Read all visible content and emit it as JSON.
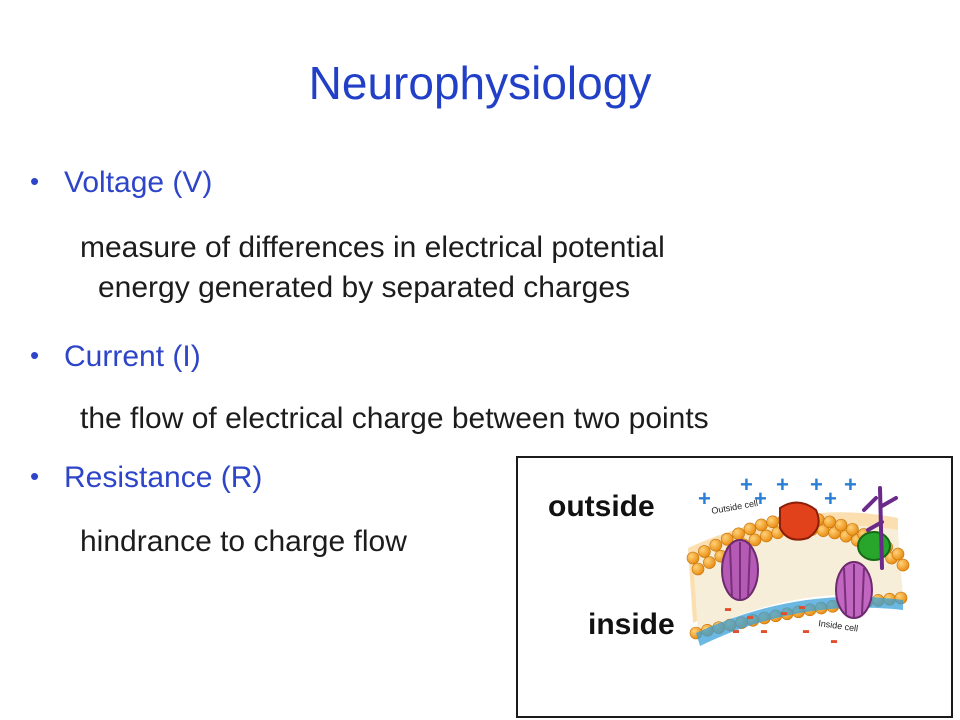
{
  "slide": {
    "title": "Neurophysiology",
    "items": [
      {
        "term": "Voltage (V)",
        "definition_line1": "measure of differences in electrical potential",
        "definition_line2": "energy generated by separated charges"
      },
      {
        "term": "Current (I)",
        "definition_line1": "the flow of electrical charge between two points"
      },
      {
        "term": "Resistance (R)",
        "definition_line1": "hindrance to charge flow"
      }
    ]
  },
  "figure": {
    "outside_label": "outside",
    "inside_label": "inside",
    "outside_cell_text": "Outside cell",
    "inside_cell_text": "Inside cell",
    "plus_sign": "+",
    "minus_sign": "-"
  }
}
